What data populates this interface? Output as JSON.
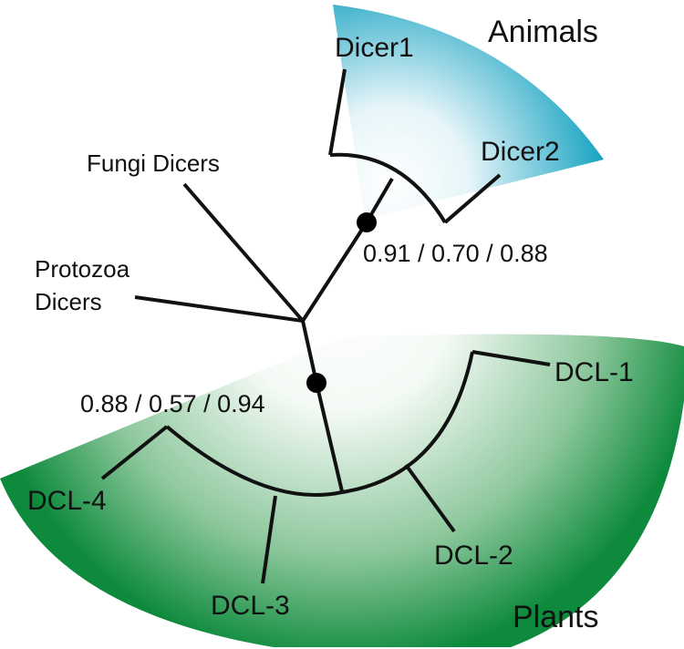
{
  "groups": {
    "animals": {
      "label": "Animals",
      "color": "#1aa3c0"
    },
    "plants": {
      "label": "Plants",
      "color": "#1e8a3c"
    }
  },
  "leaves": {
    "dicer1": "Dicer1",
    "dicer2": "Dicer2",
    "fungi_line1": "Fungi Dicers",
    "protozoa_line1": "Protozoa",
    "protozoa_line2": "Dicers",
    "dcl1": "DCL-1",
    "dcl2": "DCL-2",
    "dcl3": "DCL-3",
    "dcl4": "DCL-4"
  },
  "support_values": {
    "animals_node": "0.91 / 0.70 / 0.88",
    "plants_node": "0.88 / 0.57 / 0.94"
  }
}
